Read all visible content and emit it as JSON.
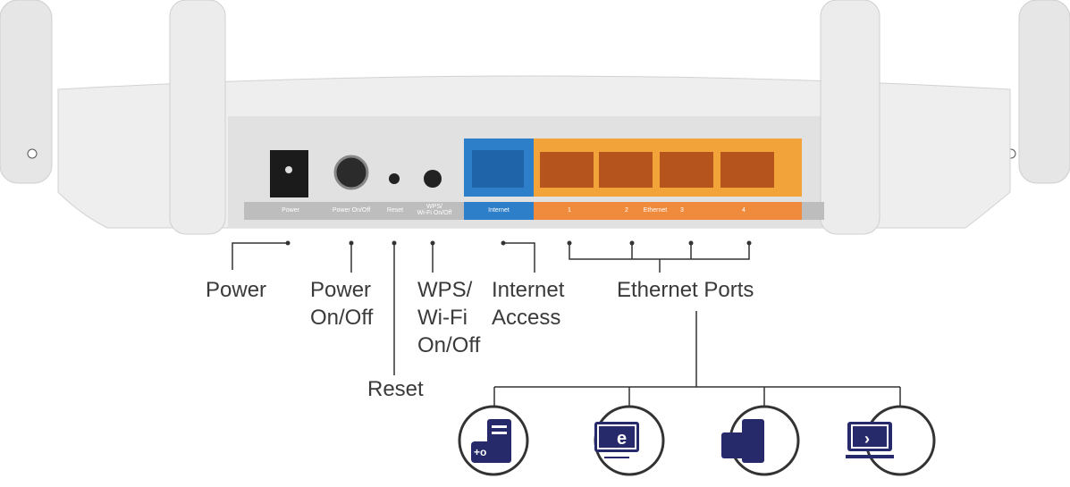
{
  "panel_labels": {
    "power": "Power",
    "power_onoff": "Power On/Off",
    "reset": "Reset",
    "wps": "WPS/\nWi-Fi On/Off",
    "internet": "Internet",
    "eth1": "1",
    "eth2": "2",
    "ethernet": "Ethernet",
    "eth3": "3",
    "eth4": "4"
  },
  "callouts": {
    "power": "Power",
    "power_onoff": "Power\nOn/Off",
    "wps": "WPS/\nWi-Fi\nOn/Off",
    "internet": "Internet\nAccess",
    "ethernet": "Ethernet Ports",
    "reset": "Reset"
  },
  "devices": [
    "gaming-pc-icon",
    "smart-tv-icon",
    "desktop-computer-icon",
    "laptop-icon"
  ],
  "colors": {
    "internet": "#2e7fc9",
    "ethernet": "#f2a33a",
    "icon": "#262a6b",
    "line": "#333333"
  }
}
